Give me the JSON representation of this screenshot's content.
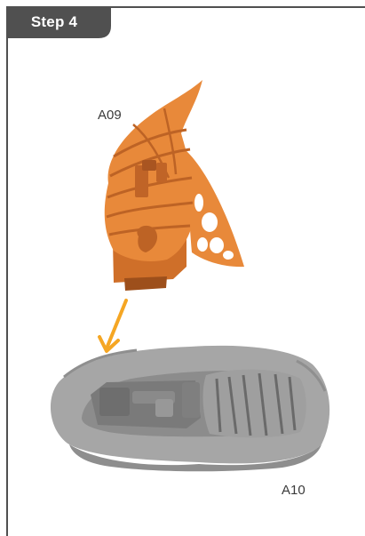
{
  "step": {
    "label": "Step 4"
  },
  "parts": {
    "top_part_id": "A09",
    "bottom_part_id": "A10"
  },
  "colors": {
    "frame": "#505050",
    "upper_part": "#e8893a",
    "upper_part_dark": "#b9622a",
    "lower_part": "#a6a6a6",
    "lower_part_dark": "#777777",
    "arrow": "#f5a623"
  },
  "icons": {
    "arrow": "down-left-arrow-icon"
  }
}
